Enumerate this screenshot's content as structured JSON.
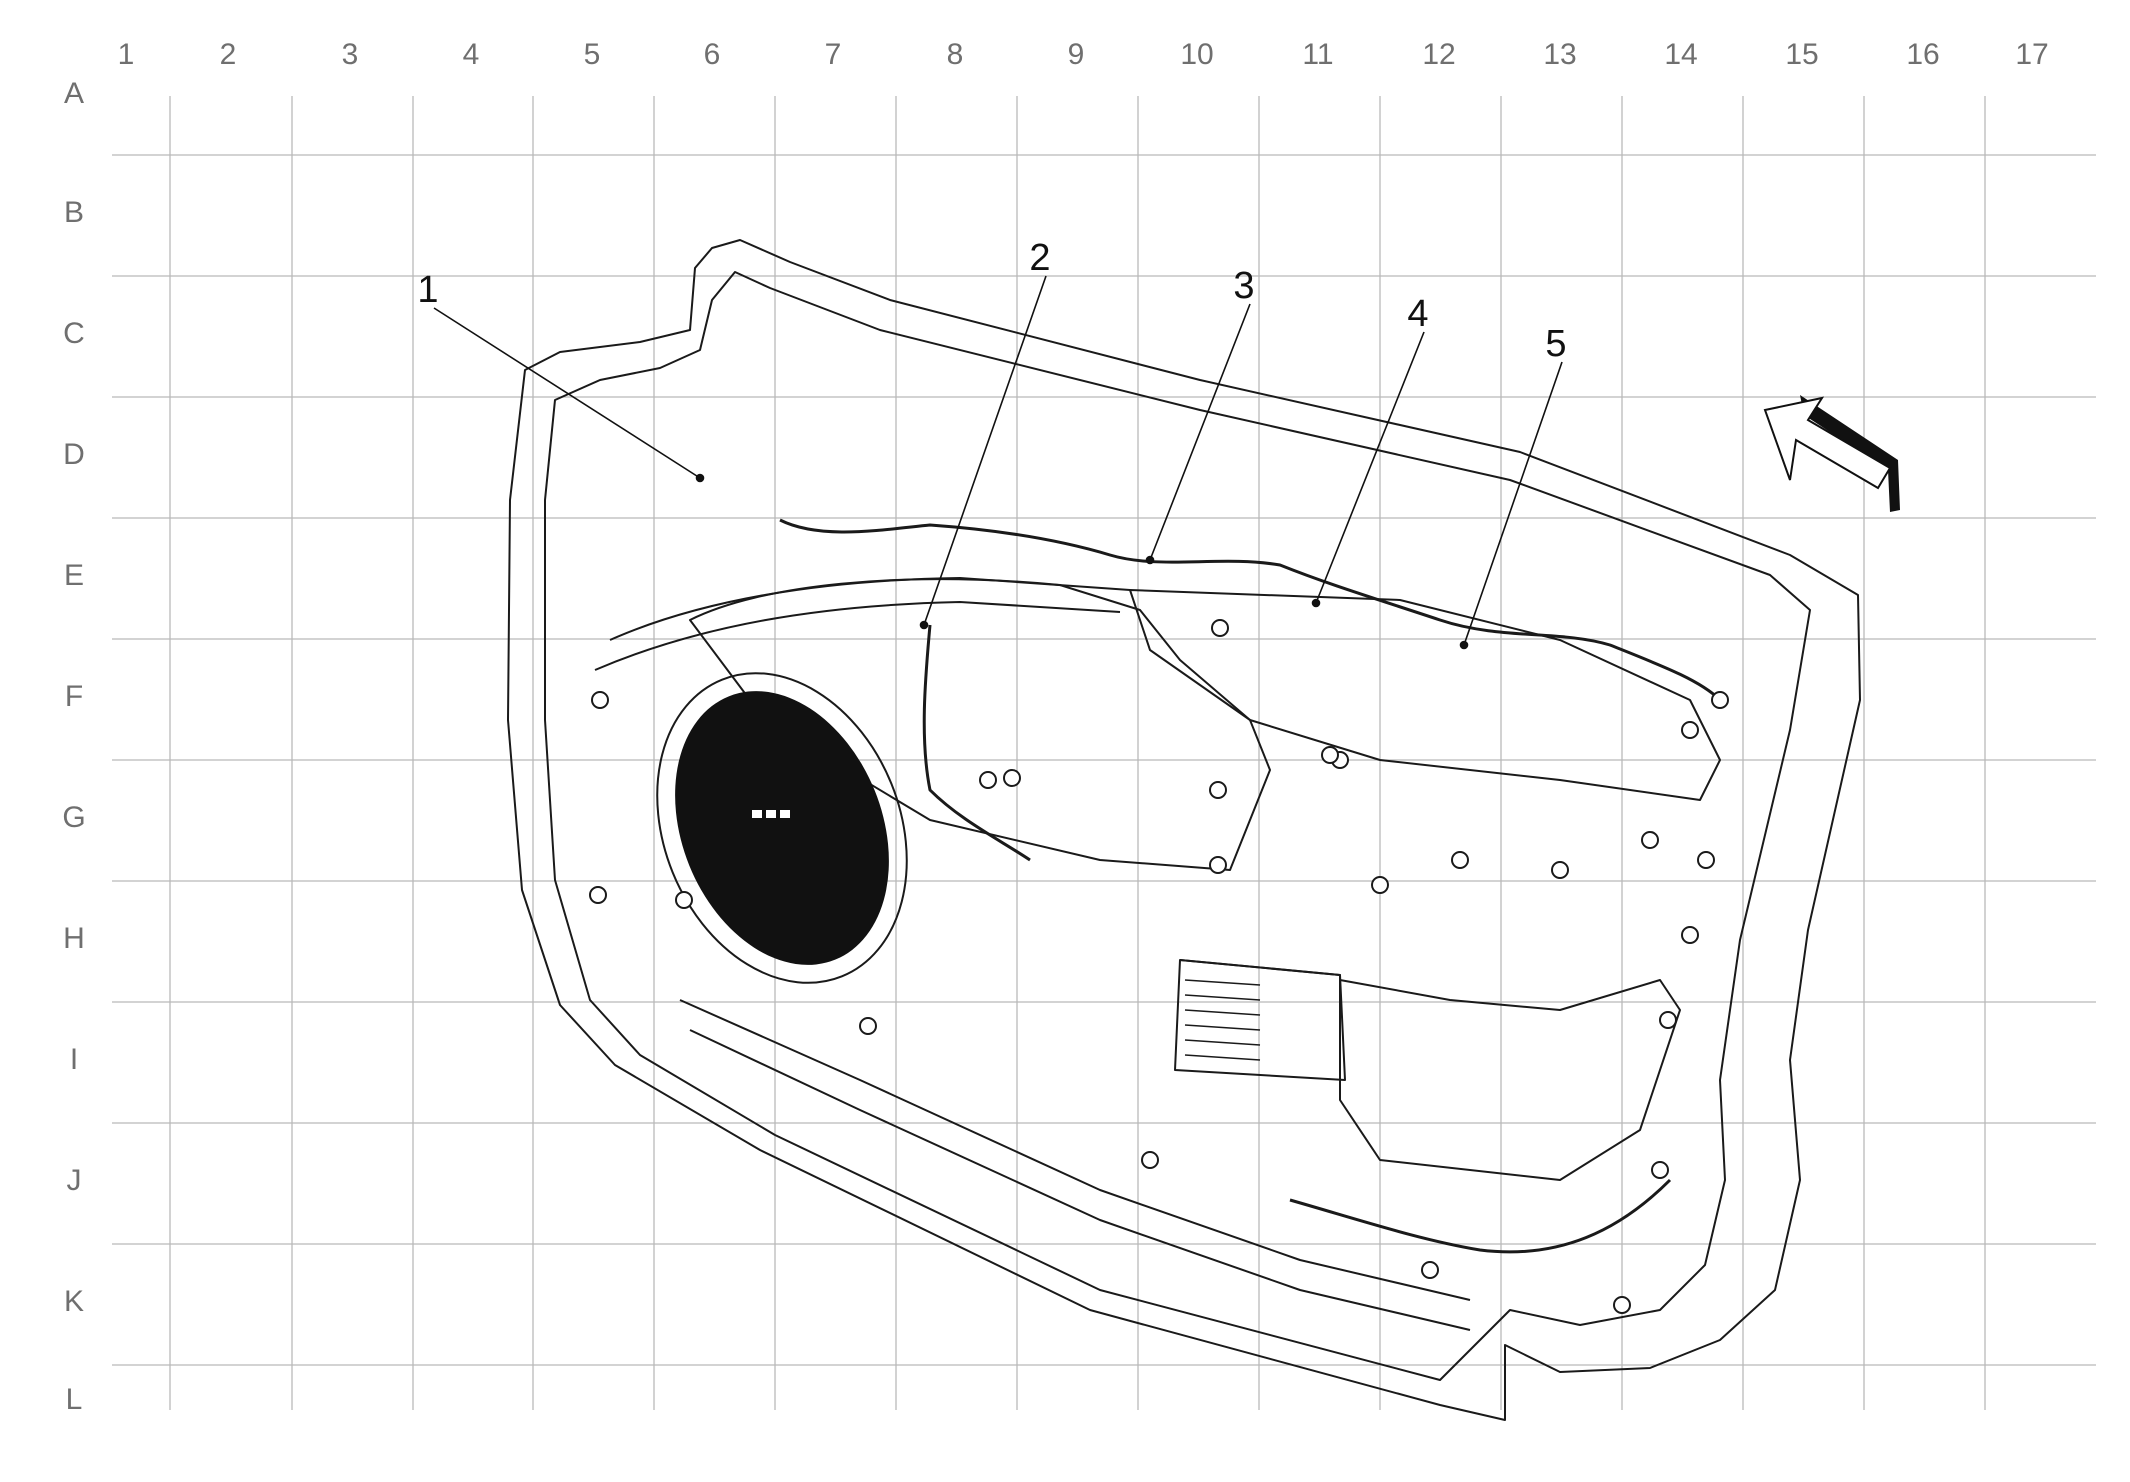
{
  "grid": {
    "columns": [
      "1",
      "2",
      "3",
      "4",
      "5",
      "6",
      "7",
      "8",
      "9",
      "10",
      "11",
      "12",
      "13",
      "14",
      "15",
      "16",
      "17"
    ],
    "rows": [
      "A",
      "B",
      "C",
      "D",
      "E",
      "F",
      "G",
      "H",
      "I",
      "J",
      "K",
      "L"
    ]
  },
  "callouts": [
    {
      "id": 1,
      "label": "1"
    },
    {
      "id": 2,
      "label": "2"
    },
    {
      "id": 3,
      "label": "3"
    },
    {
      "id": 4,
      "label": "4"
    },
    {
      "id": 5,
      "label": "5"
    }
  ],
  "colors": {
    "grid_line": "#b9b9b9",
    "grid_label": "#6f6f6f",
    "outline": "#1a1a1a",
    "speaker_fill": "#111111"
  }
}
